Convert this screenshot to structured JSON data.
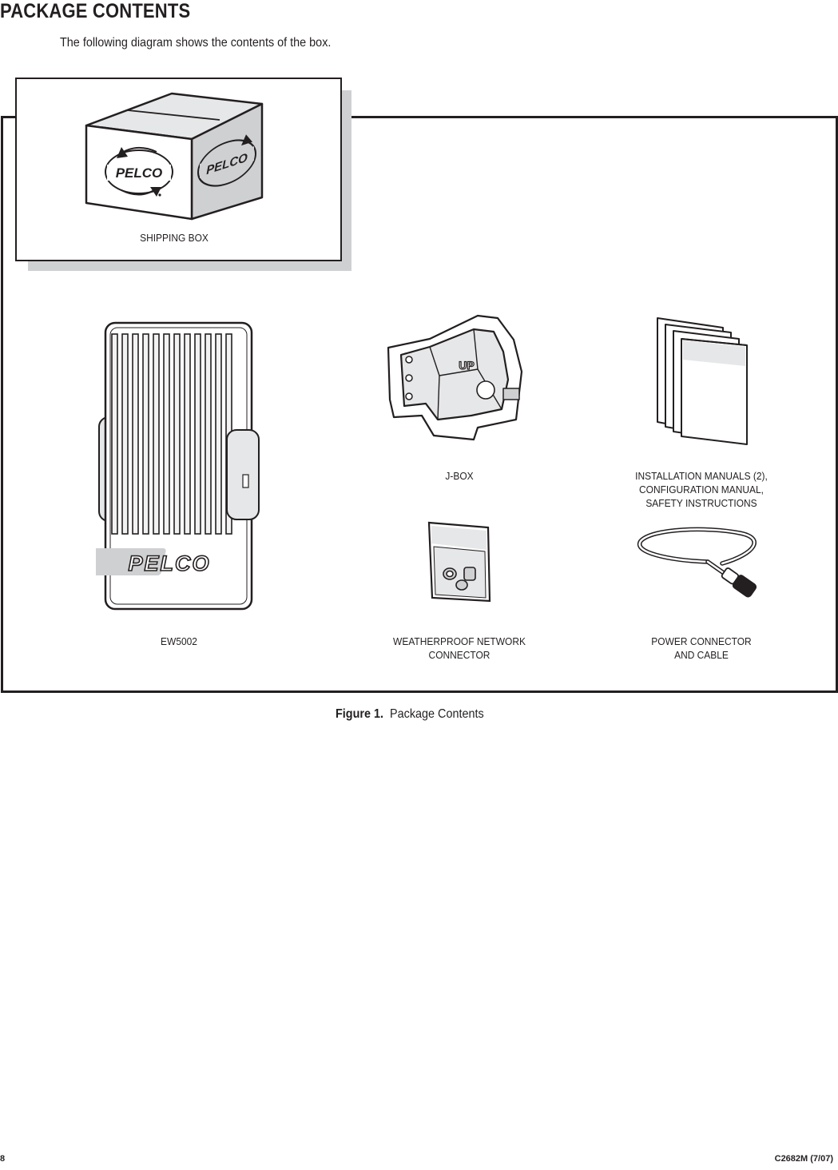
{
  "page": {
    "heading": "PACKAGE CONTENTS",
    "intro": "The following diagram shows the contents of the box."
  },
  "figure": {
    "items": {
      "shipping_box": "SHIPPING BOX",
      "ew5002": "EW5002",
      "jbox": "J-BOX",
      "manuals_line1": "INSTALLATION MANUALS (2),",
      "manuals_line2": "CONFIGURATION MANUAL,",
      "manuals_line3": "SAFETY INSTRUCTIONS",
      "network_line1": "WEATHERPROOF NETWORK",
      "network_line2": "CONNECTOR",
      "power_line1": "POWER CONNECTOR",
      "power_line2": "AND CABLE"
    },
    "logo_text": "PELCO",
    "jbox_mark": "UP",
    "caption_label": "Figure 1.",
    "caption_text": "Package Contents"
  },
  "footer": {
    "page_number": "8",
    "doc_code": "C2682M (7/07)"
  },
  "colors": {
    "ink": "#231f20",
    "light_gray": "#e6e7e8",
    "mid_gray": "#cfd0d2"
  }
}
